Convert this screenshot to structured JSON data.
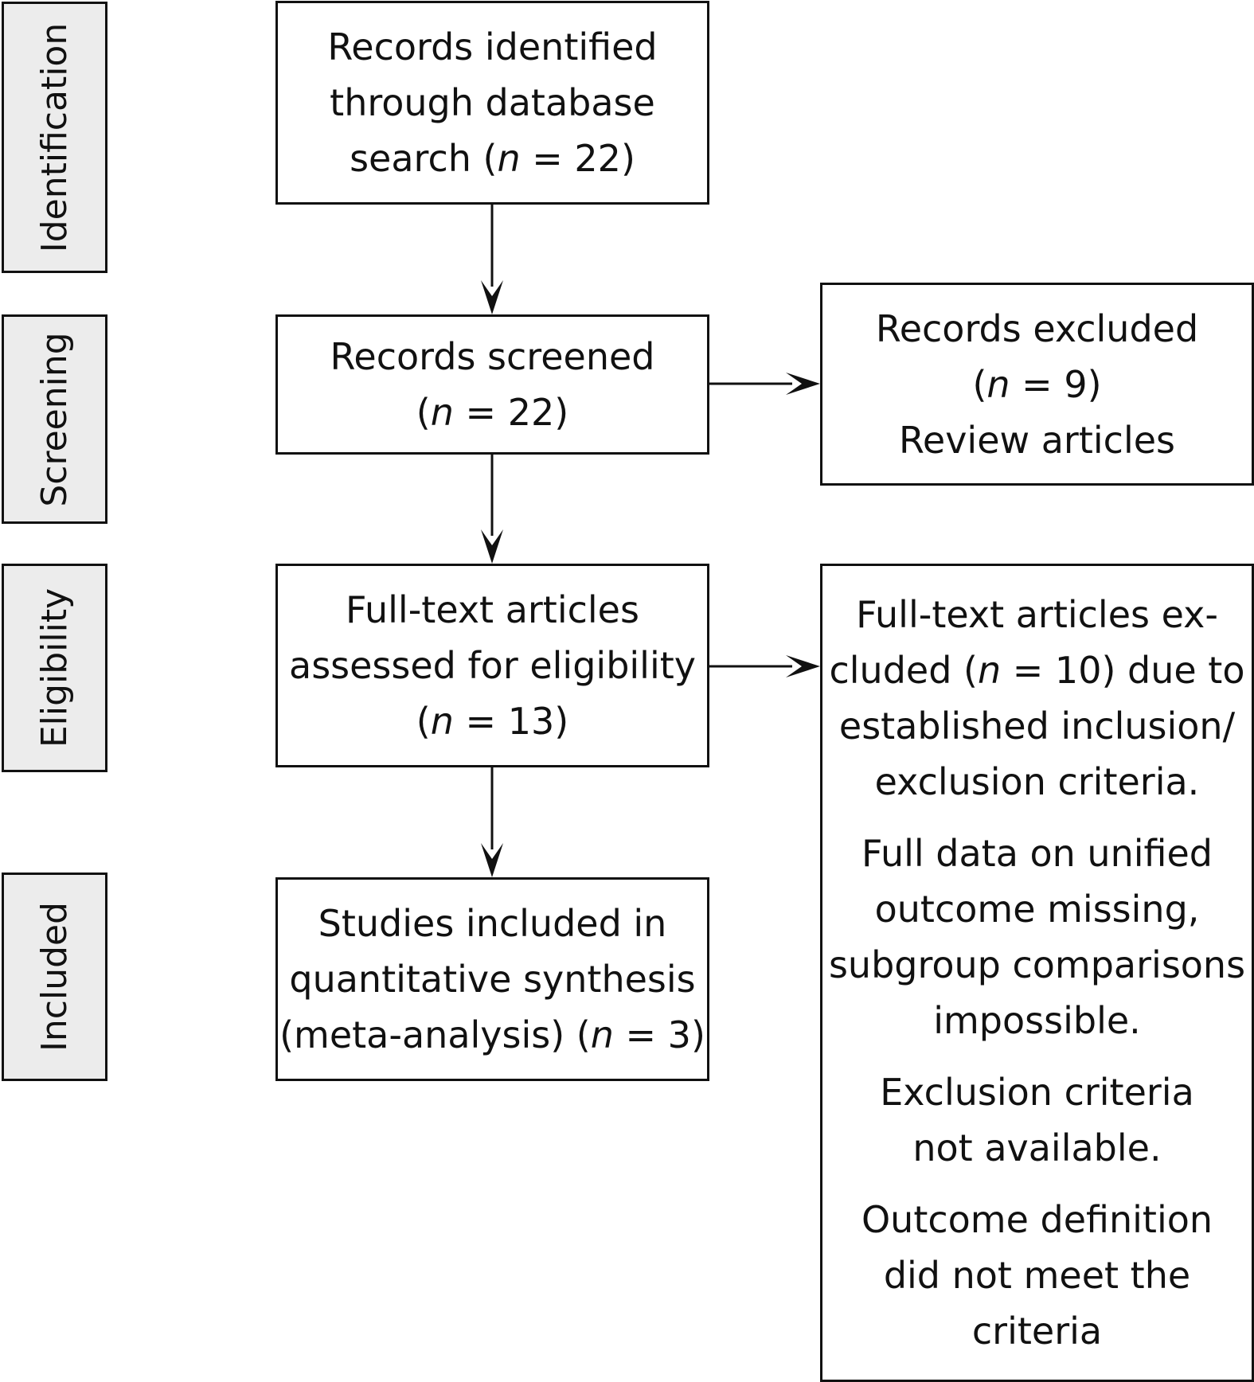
{
  "stages": {
    "identification": "Identification",
    "screening": "Screening",
    "eligibility": "Eligibility",
    "included": "Included"
  },
  "boxes": {
    "identified": {
      "line1": "Records identified",
      "line2": "through database",
      "line3_text": "search (",
      "n": "n",
      "line3_value": " = 22)"
    },
    "screened": {
      "line1": "Records screened",
      "line2_open": "(",
      "n": "n",
      "line2_value": " = 22)"
    },
    "excluded": {
      "line1": "Records excluded",
      "line2_open": "(",
      "n": "n",
      "line2_value": " = 9)",
      "line3": "Review articles"
    },
    "fulltext": {
      "line1": "Full-text articles",
      "line2": "assessed for eligibility",
      "line3_open": "(",
      "n": "n",
      "line3_value": " = 13)"
    },
    "fulltext_excluded": {
      "p1_line1": "Full-text articles ex-",
      "p1_line2_text": "cluded (",
      "n": "n",
      "p1_line2_value": " = 10) due to",
      "p1_line3": "established inclusion/",
      "p1_line4": "exclusion criteria.",
      "p2_line1": "Full data on unified",
      "p2_line2": "outcome missing,",
      "p2_line3": "subgroup comparisons",
      "p2_line4": "impossible.",
      "p3_line1": "Exclusion criteria",
      "p3_line2": "not available.",
      "p4_line1": "Outcome definition",
      "p4_line2": "did not meet the",
      "p4_line3": "criteria"
    },
    "included": {
      "line1": "Studies included in",
      "line2": "quantitative synthesis",
      "line3_text": "(meta-analysis) (",
      "n": "n",
      "line3_value": " = 3)"
    }
  },
  "colors": {
    "stroke": "#111111",
    "stage_fill": "#ececec",
    "box_fill": "#ffffff"
  }
}
